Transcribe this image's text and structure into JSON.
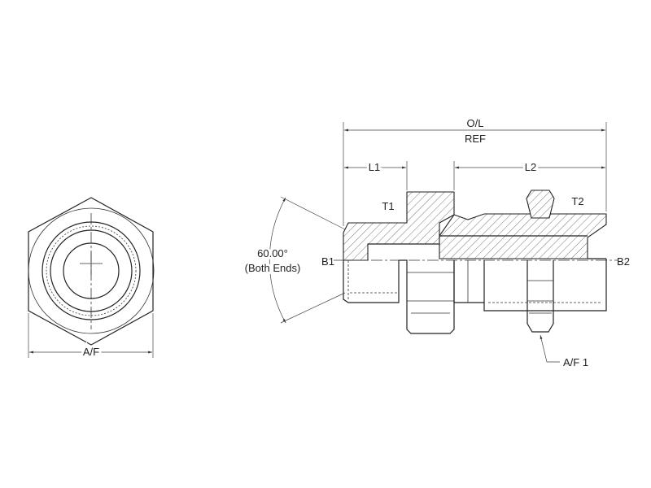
{
  "labels": {
    "af": "A/F",
    "ol": "O/L",
    "ref": "REF",
    "l1": "L1",
    "l2": "L2",
    "t1": "T1",
    "t2": "T2",
    "b1": "B1",
    "b2": "B2",
    "angle": "60.00°",
    "angle_note": "(Both Ends)",
    "af1": "A/F 1"
  },
  "colors": {
    "line": "#222222",
    "background": "#ffffff"
  }
}
